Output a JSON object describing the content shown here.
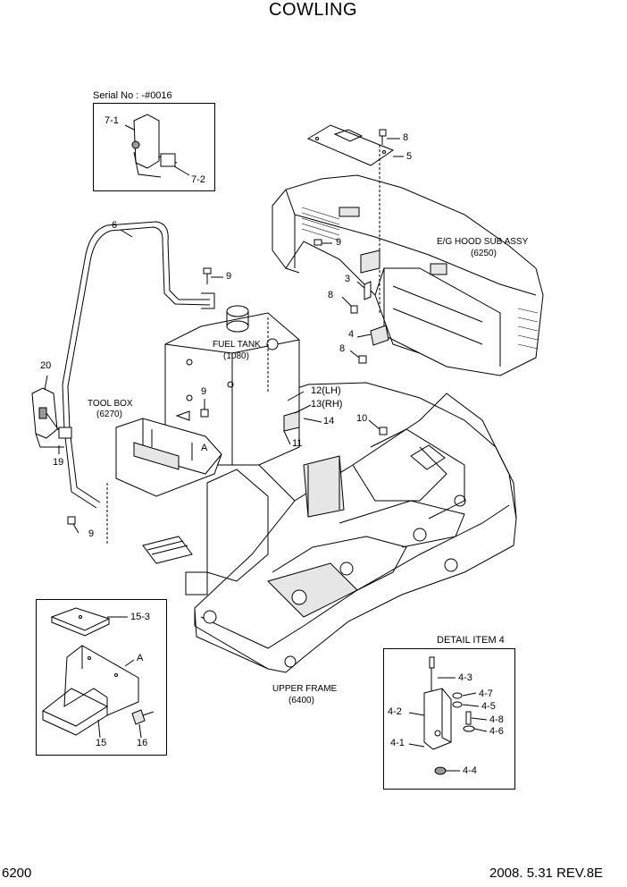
{
  "title": "COWLING",
  "serial_box": {
    "serial": "Serial No : -#0016",
    "items": [
      "7-1",
      "7-2"
    ]
  },
  "callouts": {
    "c8a": "8",
    "c5": "5",
    "c9a": "9",
    "c6": "6",
    "c9b": "9",
    "c3": "3",
    "c8b": "8",
    "c4": "4",
    "c8c": "8",
    "c20": "20",
    "c9c": "9",
    "c12": "12(LH)",
    "c13": "13(RH)",
    "c14": "14",
    "c10": "10",
    "c11": "11",
    "cA": "A",
    "c19": "19",
    "c9d": "9"
  },
  "captions": {
    "hood_line1": "E/G  HOOD SUB ASSY",
    "hood_line2": "(6250)",
    "fuel_line1": "FUEL TANK",
    "fuel_line2": "(1080)",
    "tool_line1": "TOOL BOX",
    "tool_line2": "(6270)",
    "frame_line1": "UPPER FRAME",
    "frame_line2": "(6400)"
  },
  "detail_a": {
    "c153": "15-3",
    "cA": "A",
    "c15": "15",
    "c16": "16"
  },
  "detail_4": {
    "heading": "DETAIL ITEM 4",
    "c43": "4-3",
    "c47": "4-7",
    "c45": "4-5",
    "c42": "4-2",
    "c48": "4-8",
    "c46": "4-6",
    "c41": "4-1",
    "c44": "4-4"
  },
  "footer": {
    "page_no": "6200",
    "date_rev": "2008. 5.31  REV.8E"
  }
}
